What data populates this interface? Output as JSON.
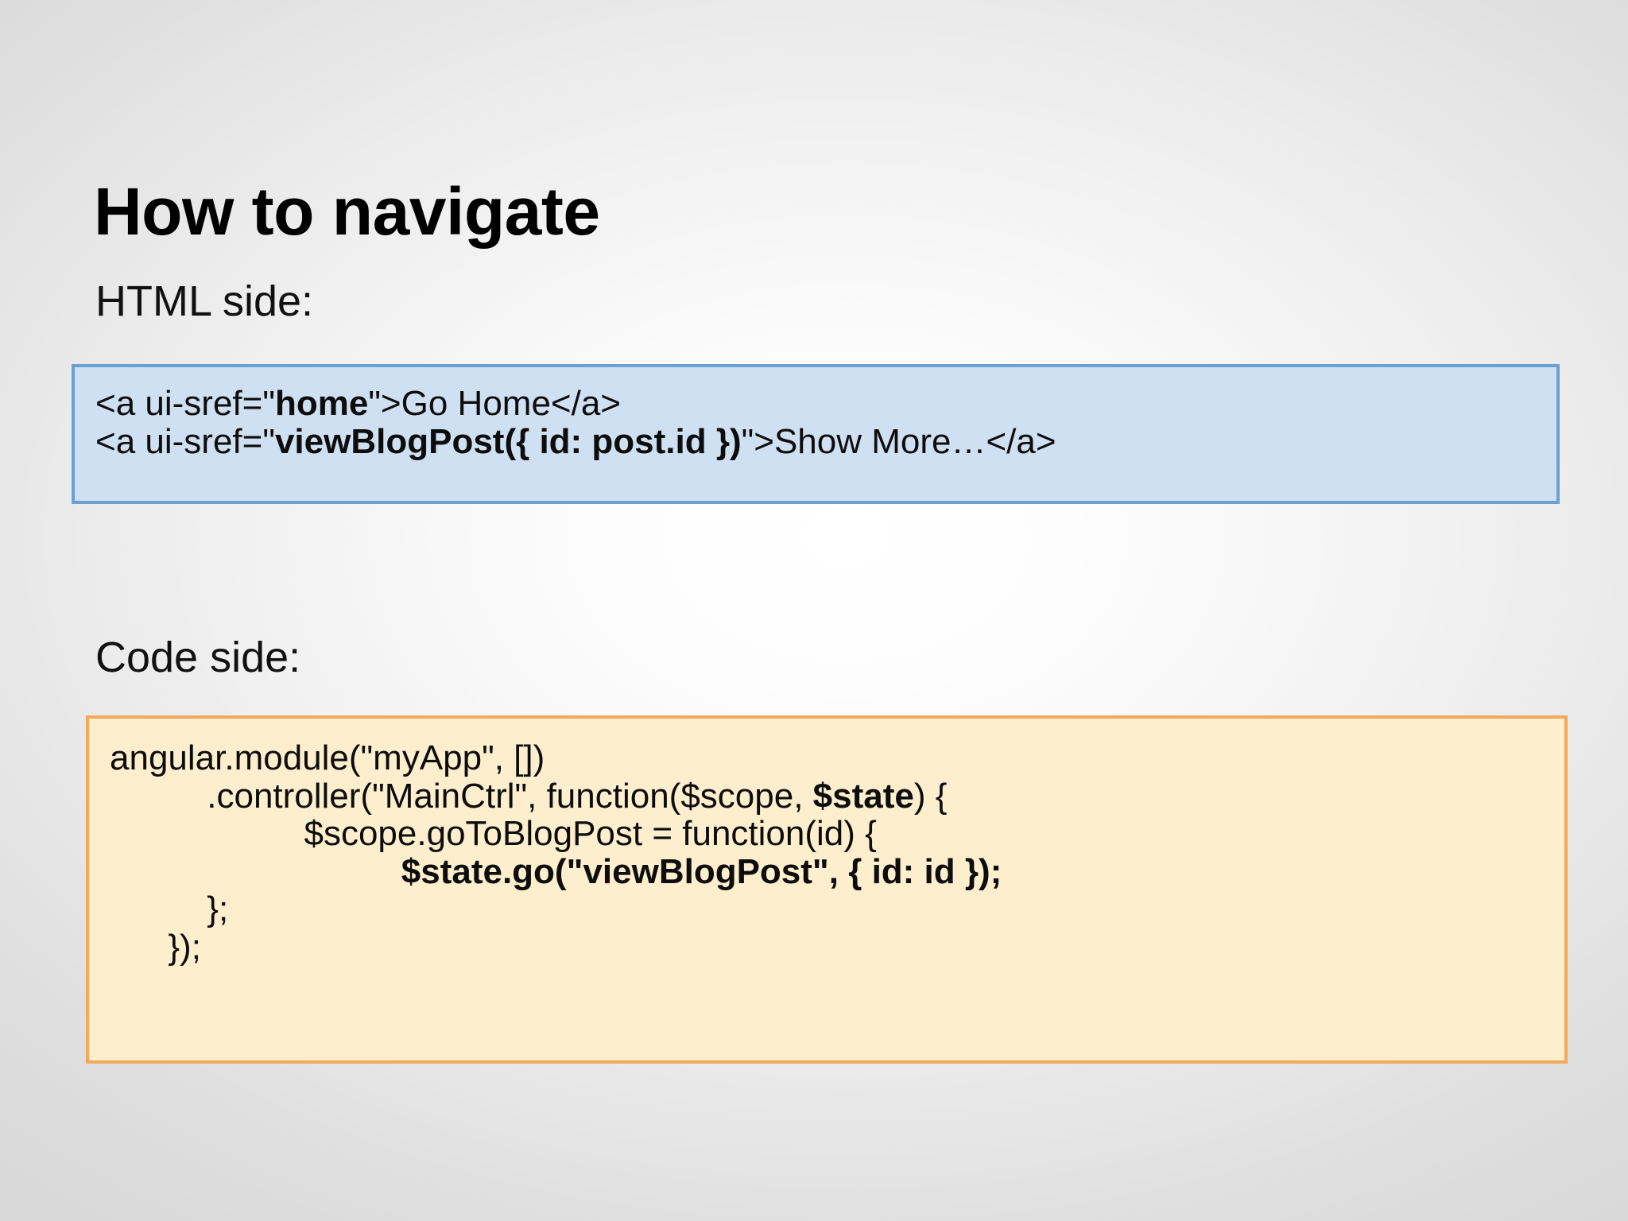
{
  "slide": {
    "title": "How to navigate",
    "background_center_color": "#ffffff",
    "background_edge_color": "#d9d9d9"
  },
  "html_section": {
    "label": "HTML side:",
    "box": {
      "name": "html-code-box",
      "fill_color": "#cfe0f3",
      "border_color": "#6d9fd4",
      "lines": [
        {
          "parts": [
            {
              "text": "<a ui-sref=\"",
              "bold": false
            },
            {
              "text": "home",
              "bold": true
            },
            {
              "text": "\">Go Home</a>",
              "bold": false
            }
          ]
        },
        {
          "parts": [
            {
              "text": "<a ui-sref=\"",
              "bold": false
            },
            {
              "text": "viewBlogPost({ id: post.id })",
              "bold": true
            },
            {
              "text": "\">Show More…</a>",
              "bold": false
            }
          ]
        }
      ]
    }
  },
  "code_section": {
    "label": "Code side:",
    "box": {
      "name": "angular-code-box",
      "fill_color": "#fdeecd",
      "border_color": "#f2a95c",
      "lines": [
        {
          "parts": [
            {
              "text": "angular.module(\"myApp\", [])",
              "bold": false
            }
          ]
        },
        {
          "parts": [
            {
              "text": "          .controller(\"MainCtrl\", function($scope, ",
              "bold": false
            },
            {
              "text": "$state",
              "bold": true
            },
            {
              "text": ") {",
              "bold": false
            }
          ]
        },
        {
          "parts": [
            {
              "text": "                    $scope.goToBlogPost = function(id) {",
              "bold": false
            }
          ]
        },
        {
          "parts": [
            {
              "text": "                              ",
              "bold": false
            },
            {
              "text": "$state.go(\"viewBlogPost\", { id: id });",
              "bold": true
            }
          ]
        },
        {
          "parts": [
            {
              "text": "          };",
              "bold": false
            }
          ]
        },
        {
          "parts": [
            {
              "text": "      });",
              "bold": false
            }
          ]
        }
      ]
    }
  }
}
